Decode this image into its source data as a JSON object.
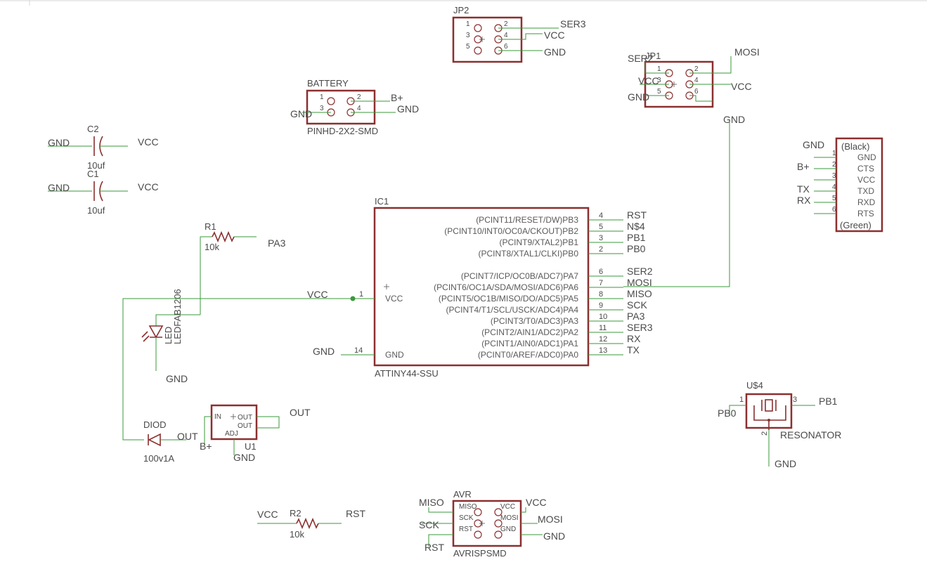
{
  "colors": {
    "wire": "#3a9a3a",
    "component": "#8b2f2f",
    "text": "#4a4a4a",
    "junction": "#3a9a3a",
    "background": "#ffffff"
  },
  "jp2": {
    "name": "JP2",
    "pins": [
      "1",
      "2",
      "3",
      "4",
      "5",
      "6"
    ],
    "nets": {
      "ser3": "SER3",
      "vcc": "VCC",
      "gnd": "GND"
    }
  },
  "jp1": {
    "name": "JP1",
    "pins": [
      "1",
      "2",
      "3",
      "4",
      "5",
      "6"
    ],
    "nets": {
      "ser2": "SER2",
      "mosi": "MOSI",
      "vcc_left": "VCC",
      "vcc_right": "VCC",
      "gnd_left": "GND",
      "gnd_right": "GND"
    }
  },
  "battery": {
    "name": "BATTERY",
    "value": "PINHD-2X2-SMD",
    "pins": [
      "1",
      "2",
      "3",
      "4"
    ],
    "nets": {
      "bplus": "B+",
      "gnd_left": "GND",
      "gnd_right": "GND"
    }
  },
  "ftdi": {
    "top_note": "(Black)",
    "bottom_note": "(Green)",
    "pins": [
      {
        "num": "1",
        "name": "GND",
        "net": "GND"
      },
      {
        "num": "2",
        "name": "CTS",
        "net": "B+"
      },
      {
        "num": "3",
        "name": "VCC",
        "net": ""
      },
      {
        "num": "4",
        "name": "TXD",
        "net": "TX"
      },
      {
        "num": "5",
        "name": "RXD",
        "net": "RX"
      },
      {
        "num": "6",
        "name": "RTS",
        "net": ""
      }
    ]
  },
  "c2": {
    "name": "C2",
    "value": "10uf",
    "left_net": "GND",
    "right_net": "VCC"
  },
  "c1": {
    "name": "C1",
    "value": "10uf",
    "left_net": "GND",
    "right_net": "VCC"
  },
  "r1": {
    "name": "R1",
    "value": "10k",
    "net": "PA3"
  },
  "r2": {
    "name": "R2",
    "value": "10k",
    "left_net": "VCC",
    "right_net": "RST"
  },
  "led": {
    "name": "LED",
    "value": "LEDFAB1206",
    "gnd": "GND"
  },
  "ic1": {
    "name": "IC1",
    "value": "ATTINY44-SSU",
    "vcc_pin": "1",
    "vcc_label": "VCC",
    "vcc_net": "VCC",
    "gnd_pin": "14",
    "gnd_label": "GND",
    "gnd_net": "GND",
    "pins_top": [
      {
        "fn": "(PCINT11/RESET/DW)PB3",
        "num": "4",
        "net": "RST"
      },
      {
        "fn": "(PCINT10/INT0/OC0A/CKOUT)PB2",
        "num": "5",
        "net": "N$4"
      },
      {
        "fn": "(PCINT9/XTAL2)PB1",
        "num": "3",
        "net": "PB1"
      },
      {
        "fn": "(PCINT8/XTAL1/CLKI)PB0",
        "num": "2",
        "net": "PB0"
      }
    ],
    "pins_bottom": [
      {
        "fn": "(PCINT7/ICP/OC0B/ADC7)PA7",
        "num": "6",
        "net": "SER2"
      },
      {
        "fn": "(PCINT6/OC1A/SDA/MOSI/ADC6)PA6",
        "num": "7",
        "net": "MOSI"
      },
      {
        "fn": "(PCINT5/OC1B/MISO/DO/ADC5)PA5",
        "num": "8",
        "net": "MISO"
      },
      {
        "fn": "(PCINT4/T1/SCL/USCK/ADC4)PA4",
        "num": "9",
        "net": "SCK"
      },
      {
        "fn": "(PCINT3/T0/ADC3)PA3",
        "num": "10",
        "net": "PA3"
      },
      {
        "fn": "(PCINT2/AIN1/ADC2)PA2",
        "num": "11",
        "net": "SER3"
      },
      {
        "fn": "(PCINT1/AIN0/ADC1)PA1",
        "num": "12",
        "net": "RX"
      },
      {
        "fn": "(PCINT0/AREF/ADC0)PA0",
        "num": "13",
        "net": "TX"
      }
    ]
  },
  "diode": {
    "name": "DIOD",
    "value": "100v1A",
    "net": "OUT"
  },
  "u1": {
    "name": "U1",
    "pin_in": "IN",
    "pin_out1": "OUT",
    "pin_out2": "OUT",
    "pin_adj": "ADJ",
    "net_out": "OUT",
    "net_bplus": "B+",
    "net_gnd": "GND"
  },
  "u4": {
    "name": "U$4",
    "value": "RESONATOR",
    "pin1": "1",
    "pin2": "2",
    "pin3": "3",
    "net_left": "PB0",
    "net_right": "PB1",
    "net_bottom": "GND"
  },
  "avr": {
    "name": "AVR",
    "value": "AVRISPSMD",
    "pins_left": [
      "MISO",
      "SCK",
      "RST"
    ],
    "pins_right": [
      "VCC",
      "MOSI",
      "GND"
    ],
    "nets": {
      "miso": "MISO",
      "sck": "SCK",
      "rst": "RST",
      "vcc": "VCC",
      "mosi": "MOSI",
      "gnd": "GND"
    }
  }
}
